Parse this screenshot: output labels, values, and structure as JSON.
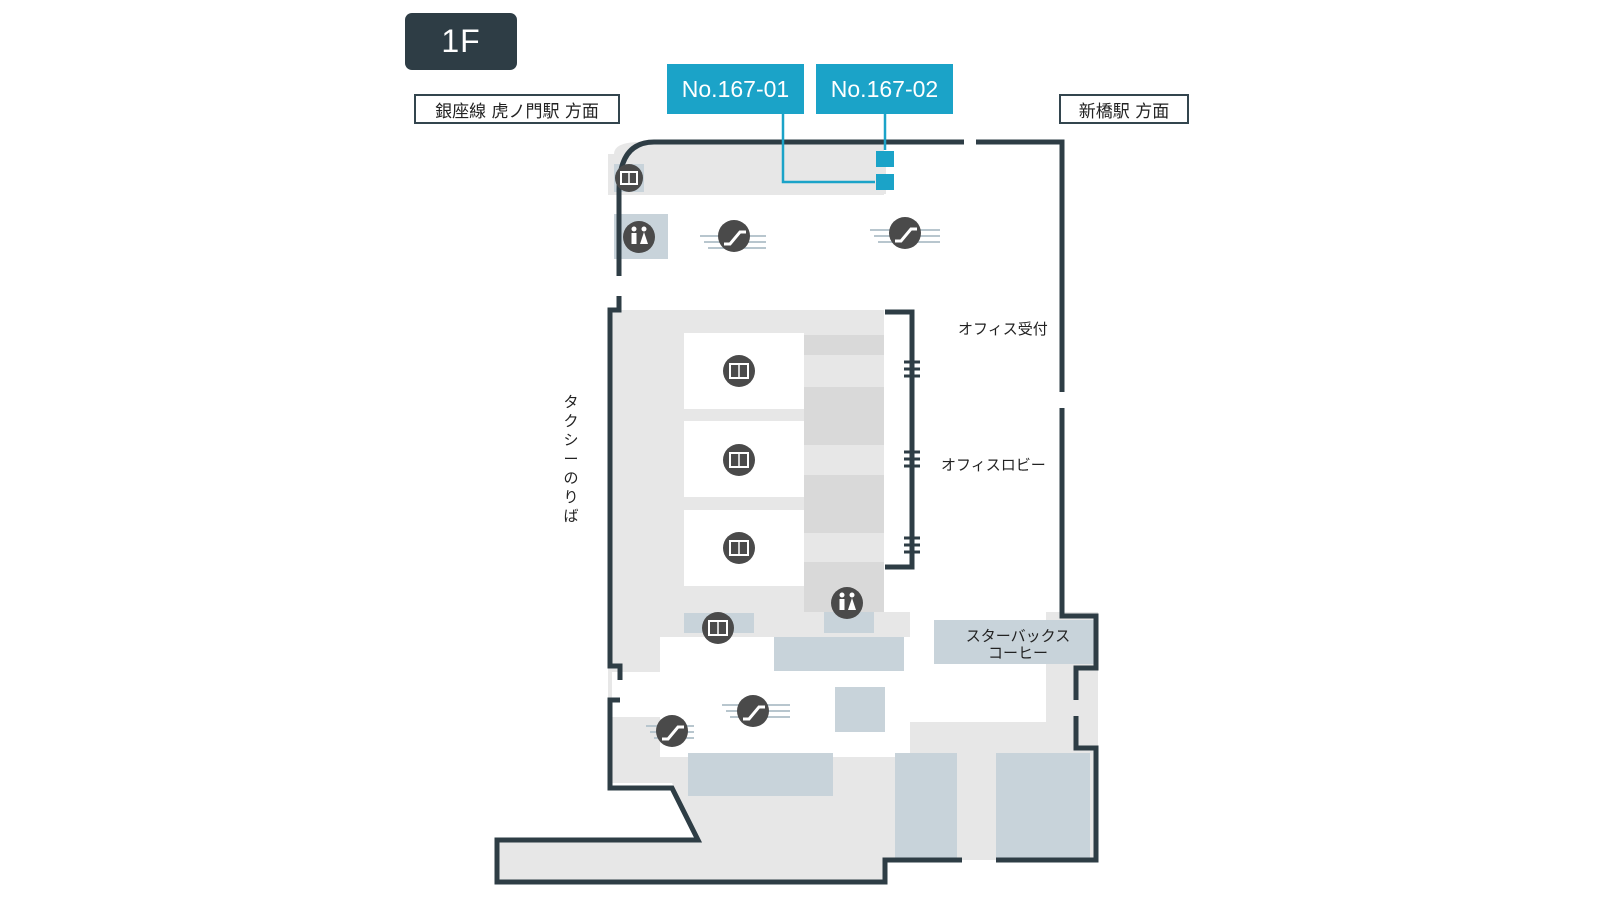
{
  "floor": {
    "label": "1F"
  },
  "directions": {
    "left": "銀座線 虎ノ門駅 方面",
    "right": "新橋駅 方面"
  },
  "spots": [
    {
      "label": "No.167-01"
    },
    {
      "label": "No.167-02"
    }
  ],
  "labels": {
    "office_reception": "オフィス受付",
    "office_lobby": "オフィスロビー",
    "starbucks_line1": "スターバックス",
    "starbucks_line2": "コーヒー",
    "taxi_chars": [
      "タ",
      "ク",
      "シ",
      "ー",
      "の",
      "り",
      "ば"
    ]
  },
  "icons": {
    "elevator": "elevator-icon",
    "escalator": "escalator-icon",
    "restroom": "restroom-icon"
  },
  "colors": {
    "wall": "#2e3d45",
    "floor": "#e7e7e7",
    "block": "#c8d3da",
    "accent": "#1ba3c8",
    "icon": "#4a4a4a"
  }
}
